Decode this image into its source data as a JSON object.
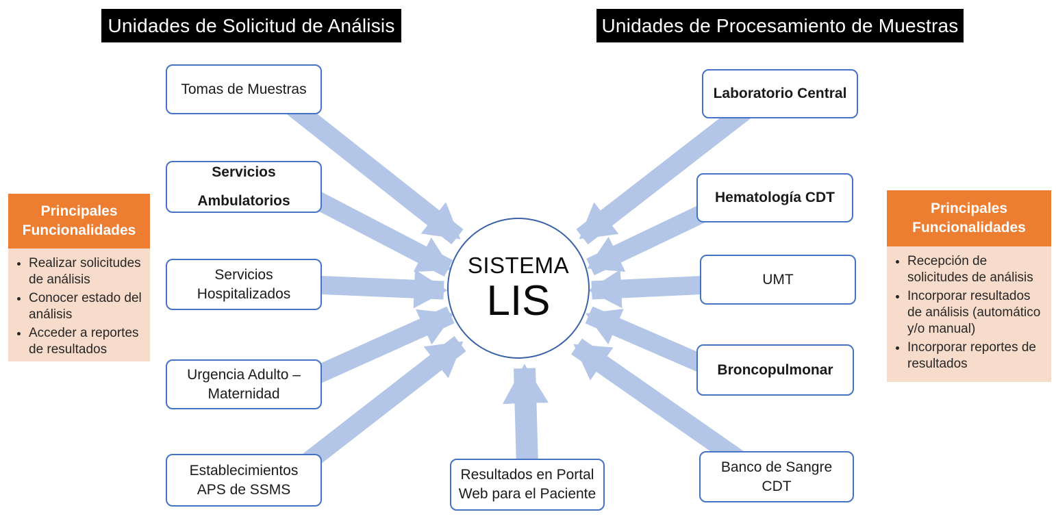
{
  "diagram": {
    "left_header": "Unidades de Solicitud de Análisis",
    "right_header": "Unidades de Procesamiento de Muestras",
    "center": {
      "line1": "SISTEMA",
      "line2": "LIS"
    },
    "left_nodes": [
      {
        "label": "Tomas de Muestras"
      },
      {
        "label": "Servicios Ambulatorios"
      },
      {
        "label": "Servicios Hospitalizados"
      },
      {
        "label": "Urgencia Adulto – Maternidad"
      },
      {
        "label": "Establecimientos APS de SSMS"
      }
    ],
    "right_nodes": [
      {
        "label": "Laboratorio Central"
      },
      {
        "label": "Hematología CDT"
      },
      {
        "label": "UMT"
      },
      {
        "label": "Broncopulmonar"
      },
      {
        "label": "Banco de Sangre CDT"
      }
    ],
    "bottom_node": {
      "label": "Resultados en Portal Web para el Paciente"
    },
    "left_panel": {
      "title": "Principales Funcionalidades",
      "bullets": [
        "Realizar solicitudes de análisis",
        "Conocer estado del análisis",
        "Acceder a reportes de resultados"
      ]
    },
    "right_panel": {
      "title": "Principales Funcionalidades",
      "bullets": [
        "Recepción de solicitudes de análisis",
        "Incorporar resultados de análisis (automático y/o manual)",
        "Incorporar reportes de resultados"
      ]
    },
    "colors": {
      "arrow": "#B4C6E7",
      "node_border": "#4472C4",
      "circle_border": "#3A62A9",
      "header_bg": "#000000",
      "panel_header_bg": "#ED7D31",
      "panel_body_bg": "#F8DCCB"
    }
  }
}
